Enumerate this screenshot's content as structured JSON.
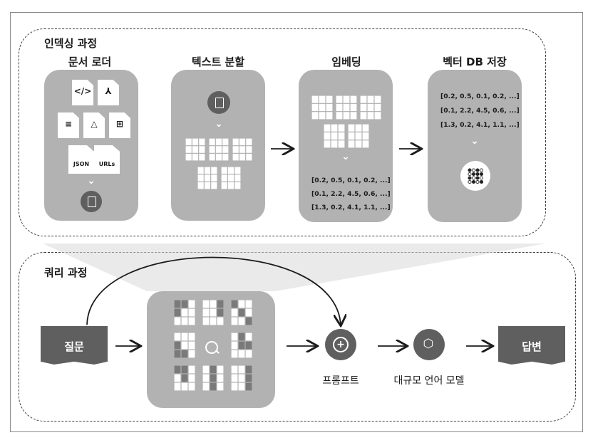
{
  "indexing": {
    "title": "인덱싱 과정",
    "stages": {
      "loader": "문서 로더",
      "split": "텍스트 분할",
      "embed": "임베딩",
      "store": "벡터 DB 저장"
    },
    "loader_tags": [
      "JSON",
      "URLs"
    ],
    "embedding_vectors": [
      "[0.2, 0.5, 0.1, 0.2, ...]",
      "[0.1, 2.2, 4.5, 0.6, ...]",
      "[1.3, 0.2, 4.1, 1.1, ...]"
    ],
    "store_vectors": [
      "[0.2, 0.5, 0.1, 0.2, ...]",
      "[0.1, 2.2, 4.5, 0.6, ...]",
      "[1.3, 0.2, 4.1, 1.1, ...]"
    ]
  },
  "query": {
    "title": "쿼리 과정",
    "question": "질문",
    "prompt": "프롬프트",
    "llm": "대규모 언어 모델",
    "answer": "답변"
  },
  "icons": [
    "code-icon",
    "pdf-icon",
    "text-lines-icon",
    "image-icon",
    "table-icon",
    "document-icon",
    "chevron-down-icon",
    "search-icon",
    "chat-plus-icon",
    "cube-icon",
    "vector-db-icon"
  ],
  "colors": {
    "panel": "#b2b2b2",
    "dark": "#5f5f5f",
    "line": "#1b1b1b"
  }
}
